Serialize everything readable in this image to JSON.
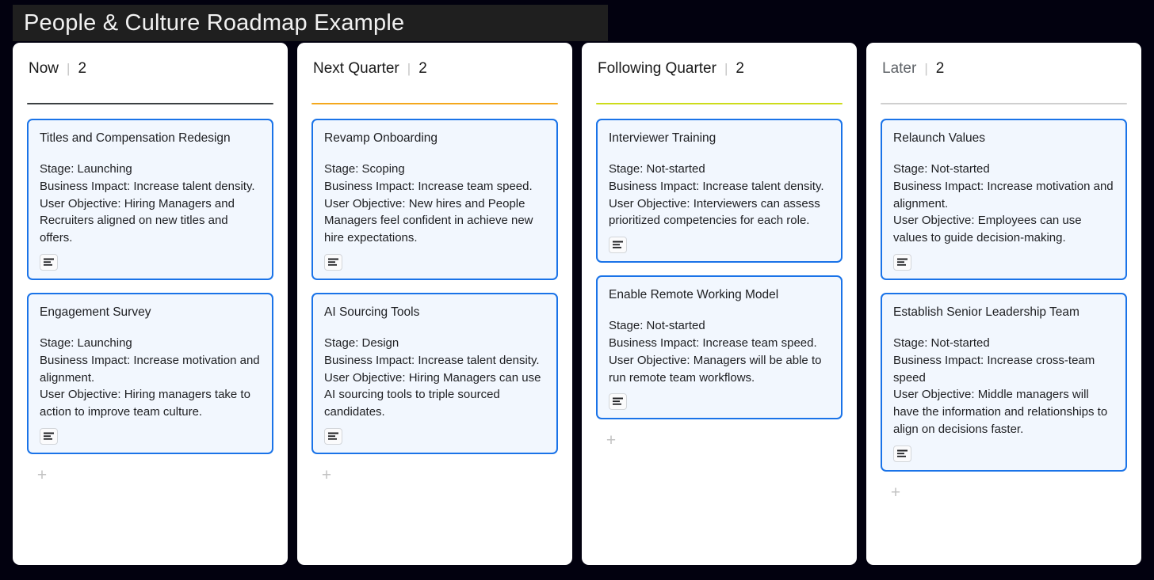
{
  "app": {
    "title": "People & Culture Roadmap Example",
    "background_color": "#02010f",
    "title_bar_color": "#1f1f1f",
    "card_accent_color": "#1a73e8",
    "card_background_color": "#f2f7fe"
  },
  "board": {
    "add_label": "+",
    "separator": "|",
    "columns": [
      {
        "title": "Now",
        "count": "2",
        "rule_color": "#3c4043",
        "title_muted": false,
        "cards": [
          {
            "title": "Titles and Compensation Redesign",
            "body": "Stage: Launching\nBusiness Impact: Increase talent density.\nUser Objective: Hiring Managers and Recruiters aligned on new titles and offers.",
            "icon": "description-icon"
          },
          {
            "title": "Engagement Survey",
            "body": "Stage: Launching\nBusiness Impact: Increase motivation and alignment.\nUser Objective: Hiring managers take to action to improve team culture.",
            "icon": "description-icon"
          }
        ]
      },
      {
        "title": "Next Quarter",
        "count": "2",
        "rule_color": "#f4a81d",
        "title_muted": false,
        "cards": [
          {
            "title": "Revamp Onboarding",
            "body": "Stage: Scoping\nBusiness Impact: Increase team speed.\nUser Objective: New hires and People Managers feel confident in achieve new hire expectations.",
            "icon": "description-icon"
          },
          {
            "title": "AI Sourcing Tools",
            "body": "Stage: Design\nBusiness Impact: Increase talent density.\nUser Objective: Hiring Managers can use AI sourcing tools to triple sourced candidates.",
            "icon": "description-icon"
          }
        ]
      },
      {
        "title": "Following Quarter",
        "count": "2",
        "rule_color": "#cddc1a",
        "title_muted": false,
        "cards": [
          {
            "title": "Interviewer Training",
            "body": "Stage: Not-started\nBusiness Impact: Increase talent density.\nUser Objective: Interviewers can assess prioritized competencies for each role.",
            "icon": "description-icon"
          },
          {
            "title": "Enable Remote Working Model",
            "body": "Stage: Not-started\nBusiness Impact: Increase team speed.\nUser Objective: Managers will be able to run remote team workflows.",
            "icon": "description-icon"
          }
        ]
      },
      {
        "title": "Later",
        "count": "2",
        "rule_color": "#cfcfcf",
        "title_muted": true,
        "cards": [
          {
            "title": "Relaunch Values",
            "body": "Stage: Not-started\nBusiness Impact: Increase motivation and alignment.\nUser Objective: Employees can use values to guide decision-making.",
            "icon": "description-icon"
          },
          {
            "title": "Establish Senior Leadership Team",
            "body": "Stage: Not-started\nBusiness Impact: Increase cross-team speed\nUser Objective: Middle managers will have the information and relationships to align on decisions faster.",
            "icon": "description-icon"
          }
        ]
      }
    ]
  }
}
